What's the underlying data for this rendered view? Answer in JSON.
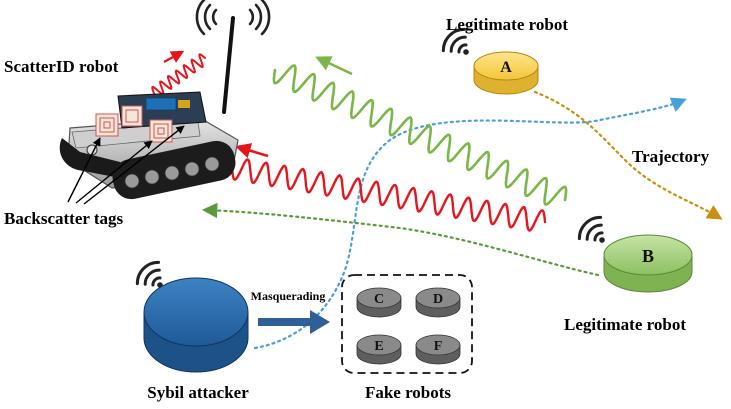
{
  "labels": {
    "scatterid_robot": "ScatterID robot",
    "backscatter_tags": "Backscatter tags",
    "legitimate_robot_a": "Legitimate robot",
    "legitimate_robot_b": "Legitimate robot",
    "trajectory": "Trajectory",
    "sybil_attacker": "Sybil attacker",
    "fake_robots": "Fake robots",
    "masquerading": "Masquerading"
  },
  "robots": {
    "a": "A",
    "b": "B"
  },
  "fake_robots": [
    "C",
    "D",
    "E",
    "F"
  ],
  "colors": {
    "robot_a": "#f9d35a",
    "robot_b": "#a6d27a",
    "attacker": "#2f6fb0",
    "fake_robot": "#8a8a8a",
    "signal_red": "#e8141c",
    "signal_green": "#7ab648",
    "trajectory_blue": "#4a9fd8",
    "trajectory_orange": "#d89a1a",
    "trajectory_green": "#5a9a3a",
    "masquerade_arrow": "#2e5f96"
  },
  "icons": {
    "wireless": "wifi-signal-icon"
  }
}
